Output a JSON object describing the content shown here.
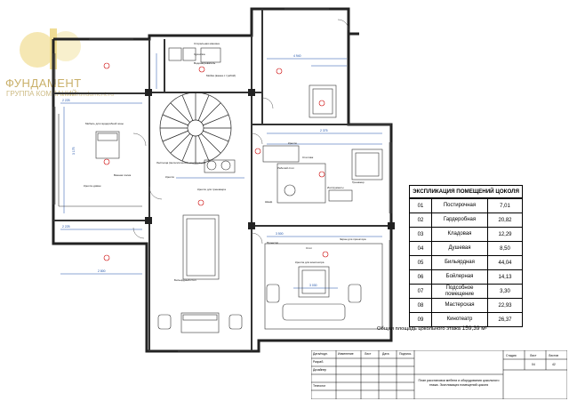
{
  "logo": {
    "name": "ФУНДАМЕНТ",
    "subtitle": "ГРУППА КОМПАНИЙ",
    "url": "www.fundament.ru"
  },
  "explication": {
    "title": "ЭКСПЛИКАЦИЯ ПОМЕЩЕНИЙ ЦОКОЛЯ",
    "rows": [
      {
        "num": "01",
        "name": "Постирочная",
        "area": "7,01"
      },
      {
        "num": "02",
        "name": "Гардеробная",
        "area": "20,82"
      },
      {
        "num": "03",
        "name": "Кладовая",
        "area": "12,29"
      },
      {
        "num": "04",
        "name": "Душевая",
        "area": "8,50"
      },
      {
        "num": "05",
        "name": "Бильярдная",
        "area": "44,04"
      },
      {
        "num": "06",
        "name": "Бойлерная",
        "area": "14,13"
      },
      {
        "num": "07",
        "name": "Подсобное помещение",
        "area": "3,30"
      },
      {
        "num": "08",
        "name": "Мастерская",
        "area": "22,93"
      },
      {
        "num": "09",
        "name": "Кинотеатр",
        "area": "26,37"
      }
    ],
    "total_label": "Общая площадь цокольного этажа",
    "total_value": "159,39 м²"
  },
  "stamp": {
    "rows": [
      "Дата/подп.",
      "Разраб.",
      "Дизайнер",
      "Технолог"
    ],
    "headers": [
      "Изменение",
      "Лист",
      "Дата",
      "Подпись"
    ],
    "stage_header": "Стадия",
    "sheet_header": "Лист",
    "sheets_header": "Листов",
    "sheet_value": "04",
    "sheets_value": "42",
    "description": "План расстановки мебели и оборудования цокольного этажа. Экспликация помещений цоколя"
  },
  "plan_labels": {
    "l1": "Стиральная машина",
    "l2": "Сушилка",
    "l3": "Водонагреватель",
    "l4": "Мойка (ванна с тумбой)",
    "l5": "Мебель для гардеробной зоны",
    "l6": "Винная полка",
    "l7": "Кресло-диван",
    "l8": "Кресло",
    "l9": "Кресло для тренажера",
    "l10": "Лестница (металлическая конструкция)",
    "l11": "Бильярдный стол",
    "l12": "Кресло",
    "l13": "Стеллаж",
    "l14": "Тренажер",
    "l15": "Рабочий стол",
    "l16": "Инструменты",
    "l17": "Кресла для кинотеатра",
    "l18": "Стол",
    "l19": "Экран для проектора",
    "l20": "Шкаф",
    "l21": "Проектор",
    "dim1": "2 225",
    "dim2": "3 175",
    "dim3": "2 225",
    "dim4": "2 800",
    "dim5": "4 940",
    "dim6": "2 375",
    "dim7": "3 030",
    "dim8": "3 500"
  }
}
